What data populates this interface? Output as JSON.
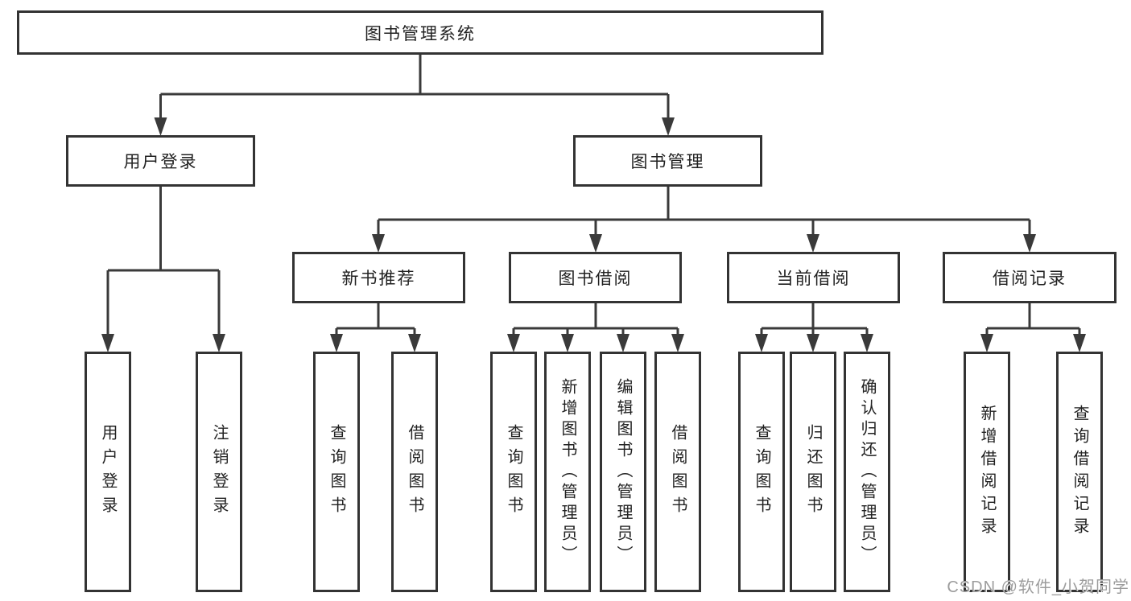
{
  "colors": {
    "line": "#3a3a3a",
    "border": "#333333",
    "text": "#222222",
    "watermark": "#9c9c9c",
    "bg": "#ffffff"
  },
  "watermark": "CSDN @软件_小贺同学",
  "tree": {
    "root": {
      "label": "图书管理系统"
    },
    "children": [
      {
        "label": "用户登录",
        "children": [
          {
            "label": "用户登录"
          },
          {
            "label": "注销登录"
          }
        ]
      },
      {
        "label": "图书管理",
        "children": [
          {
            "label": "新书推荐",
            "children": [
              {
                "label": "查询图书"
              },
              {
                "label": "借阅图书"
              }
            ]
          },
          {
            "label": "图书借阅",
            "children": [
              {
                "label": "查询图书"
              },
              {
                "label": "新增图书（管理员）"
              },
              {
                "label": "编辑图书（管理员）"
              },
              {
                "label": "借阅图书"
              }
            ]
          },
          {
            "label": "当前借阅",
            "children": [
              {
                "label": "查询图书"
              },
              {
                "label": "归还图书"
              },
              {
                "label": "确认归还（管理员）"
              }
            ]
          },
          {
            "label": "借阅记录",
            "children": [
              {
                "label": "新增借阅记录"
              },
              {
                "label": "查询借阅记录"
              }
            ]
          }
        ]
      }
    ]
  }
}
